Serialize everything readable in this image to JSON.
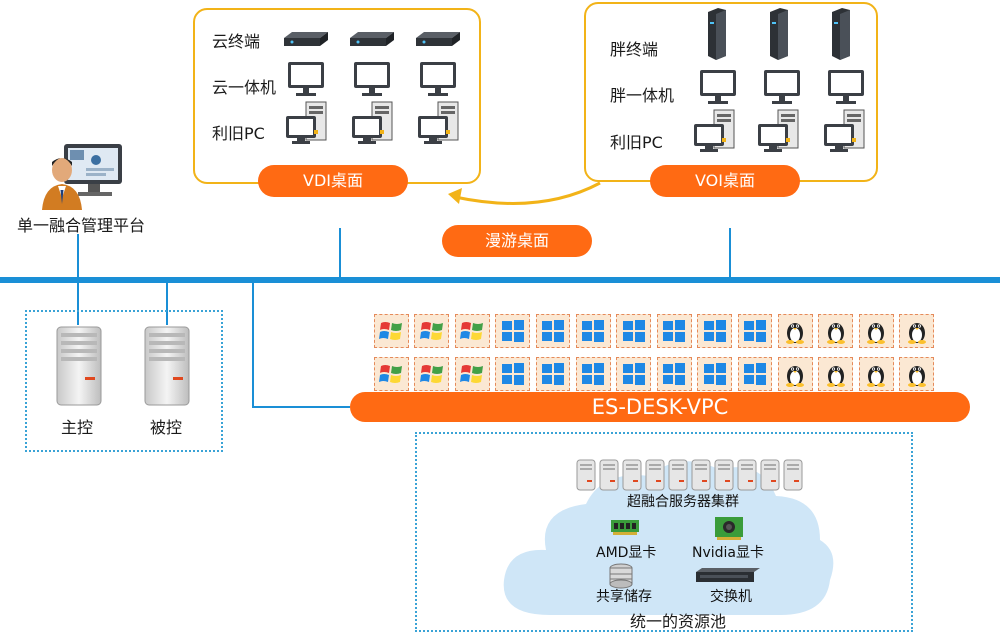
{
  "admin": {
    "label": "单一融合管理平台"
  },
  "control": {
    "master": "主控",
    "slave": "被控"
  },
  "vdi": {
    "title": "VDI桌面",
    "rows": [
      "云终端",
      "云一体机",
      "利旧PC"
    ]
  },
  "voi": {
    "title": "VOI桌面",
    "rows": [
      "胖终端",
      "胖一体机",
      "利旧PC"
    ]
  },
  "roaming": {
    "label": "漫游桌面"
  },
  "vpc": {
    "label": "ES-DESK-VPC"
  },
  "vm_grid": {
    "rows": [
      [
        "windows-7",
        "windows-7",
        "windows-7",
        "windows-10",
        "windows-10",
        "windows-10",
        "windows-10",
        "windows-10",
        "windows-10",
        "windows-10",
        "linux",
        "linux",
        "linux",
        "linux"
      ],
      [
        "windows-7",
        "windows-7",
        "windows-7",
        "windows-10",
        "windows-10",
        "windows-10",
        "windows-10",
        "windows-10",
        "windows-10",
        "windows-10",
        "linux",
        "linux",
        "linux",
        "linux"
      ]
    ]
  },
  "pool": {
    "servers_label": "超融合服务器集群",
    "amd_label": "AMD显卡",
    "nvidia_label": "Nvidia显卡",
    "storage_label": "共享储存",
    "switch_label": "交换机",
    "title": "统一的资源池"
  },
  "colors": {
    "accent": "#ff6a13",
    "panel_border": "#f2b318",
    "bus": "#1a8fd6",
    "cloud": "#cfe6f7",
    "dotted": "#3aa3d6"
  }
}
